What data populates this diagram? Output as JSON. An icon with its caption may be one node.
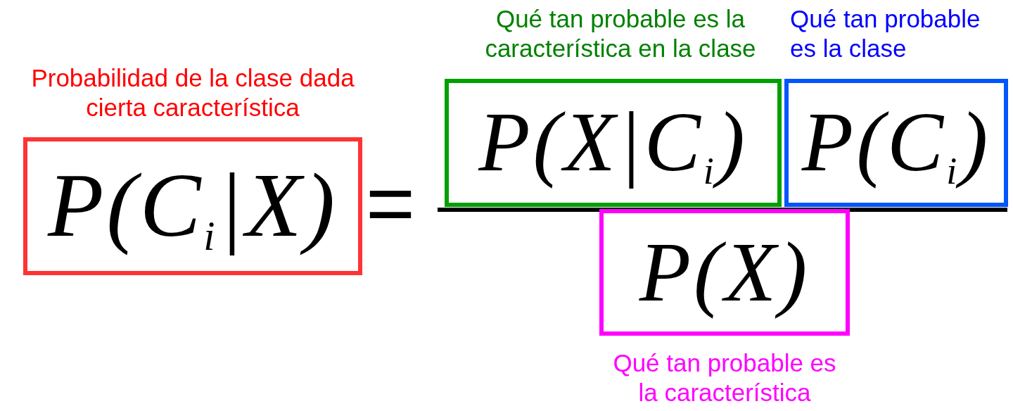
{
  "diagram": {
    "nodes": [
      {
        "text": [
          "Probabilidad de la clase dada cierta característica",
          "P(C$_{i}$|X)"
        ]
      },
      {
        "text": [
          "Qué tan probable es la característica en la clase",
          "P(X|C$_{i}$)"
        ]
      },
      {
        "text": [
          "Qué tan probable es la clase",
          "P(C$_{i}$)"
        ]
      },
      {
        "text": [
          "P(X)",
          "Qué tan probable es la característica"
        ]
      }
    ],
    "labels": [
      "="
    ]
  }
}
